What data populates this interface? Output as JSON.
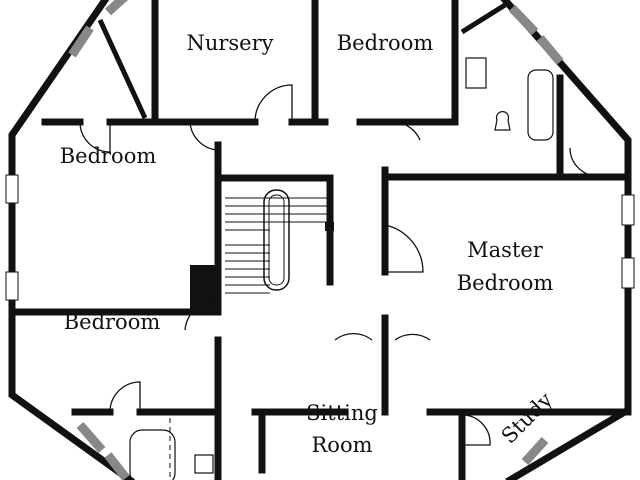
{
  "title": "Upper Floor Plan",
  "rooms": {
    "nursery": "Nursery",
    "bedroom_top": "Bedroom",
    "bedroom_left_upper": "Bedroom",
    "bedroom_left_lower": "Bedroom",
    "master_line1": "Master",
    "master_line2": "Bedroom",
    "sitting_line1": "Sitting",
    "sitting_line2": "Room",
    "study": "Study"
  },
  "colors": {
    "wall": "#111111",
    "background": "#ffffff"
  }
}
